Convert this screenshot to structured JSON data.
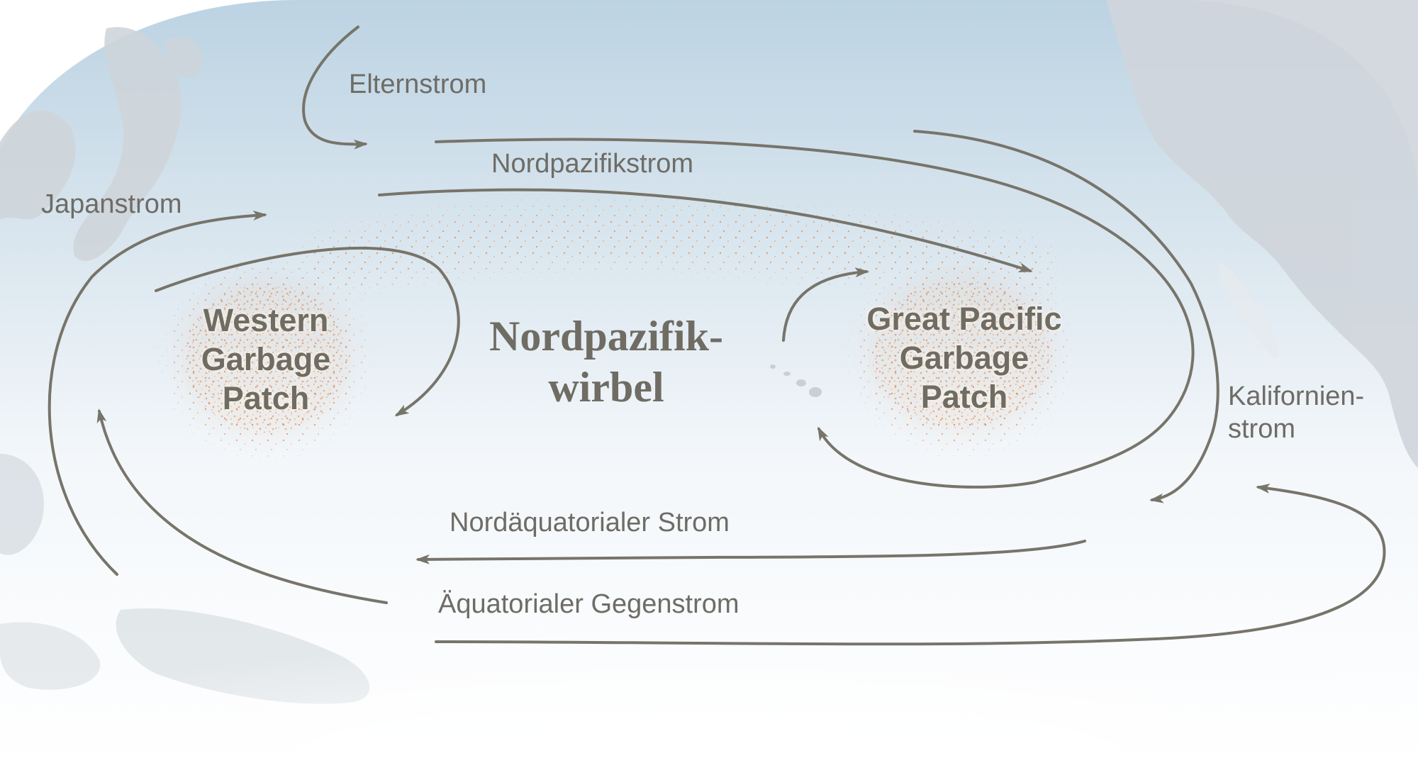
{
  "map": {
    "gyre_label": [
      "Nordpazifik-",
      "wirbel"
    ],
    "patches": {
      "western": [
        "Western",
        "Garbage",
        "Patch"
      ],
      "great_pacific": [
        "Great Pacific",
        "Garbage",
        "Patch"
      ]
    },
    "currents": {
      "elternstrom": "Elternstrom",
      "nordpazifikstrom": "Nordpazifikstrom",
      "japanstrom": "Japanstrom",
      "kalifornienstrom": [
        "Kalifornien-",
        "strom"
      ],
      "nordaequatorialer": "Nordäquatorialer Strom",
      "gegenstrom": "Äquatorialer Gegenstrom"
    },
    "colors": {
      "ocean_top": "#bcd3e3",
      "land": "#cfd5db",
      "arrow": "#77746a",
      "debris": "#d9834a",
      "text": "#6e6c66"
    }
  }
}
